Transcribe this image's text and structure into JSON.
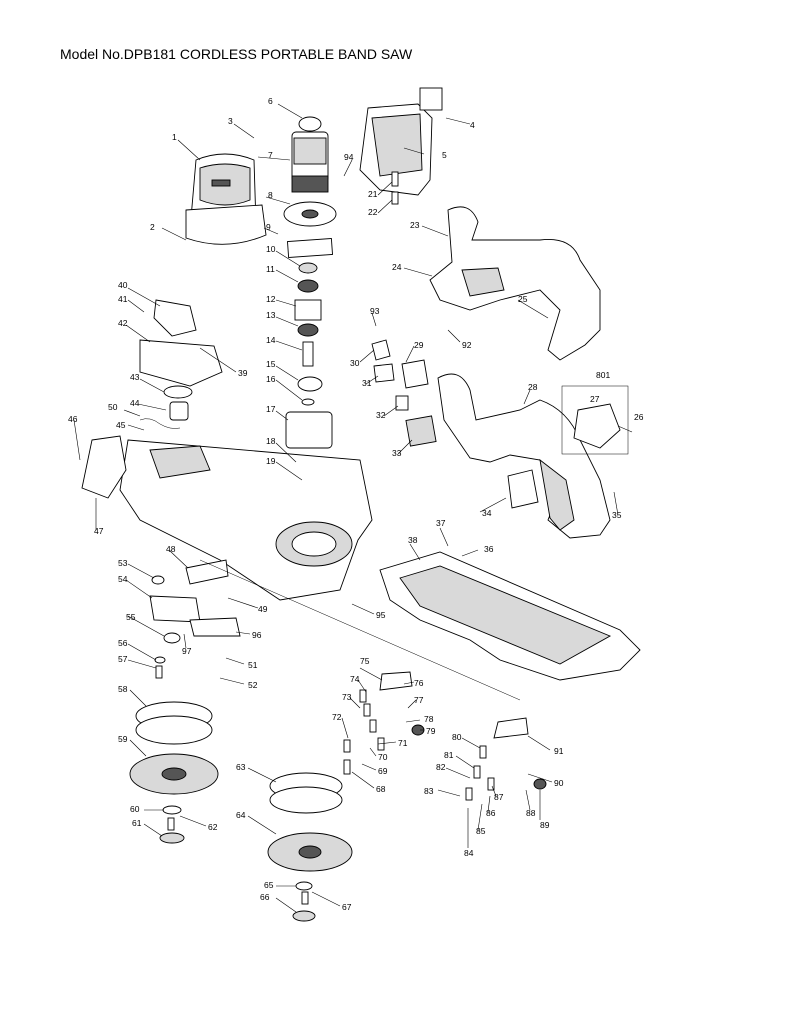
{
  "title": "Model No.DPB181 CORDLESS PORTABLE BAND SAW",
  "callouts": [
    "1",
    "2",
    "3",
    "4",
    "5",
    "6",
    "7",
    "8",
    "9",
    "10",
    "11",
    "12",
    "13",
    "14",
    "15",
    "16",
    "17",
    "18",
    "19",
    "21",
    "22",
    "23",
    "24",
    "25",
    "26",
    "27",
    "28",
    "29",
    "30",
    "31",
    "32",
    "33",
    "34",
    "35",
    "36",
    "37",
    "38",
    "39",
    "40",
    "41",
    "42",
    "43",
    "44",
    "45",
    "46",
    "47",
    "48",
    "49",
    "50",
    "51",
    "52",
    "53",
    "54",
    "55",
    "56",
    "57",
    "58",
    "59",
    "60",
    "61",
    "62",
    "63",
    "64",
    "65",
    "66",
    "67",
    "68",
    "69",
    "70",
    "71",
    "72",
    "73",
    "74",
    "75",
    "76",
    "77",
    "78",
    "79",
    "80",
    "81",
    "82",
    "83",
    "84",
    "85",
    "86",
    "87",
    "88",
    "89",
    "90",
    "91",
    "92",
    "93",
    "94",
    "95",
    "96",
    "97",
    "801"
  ]
}
